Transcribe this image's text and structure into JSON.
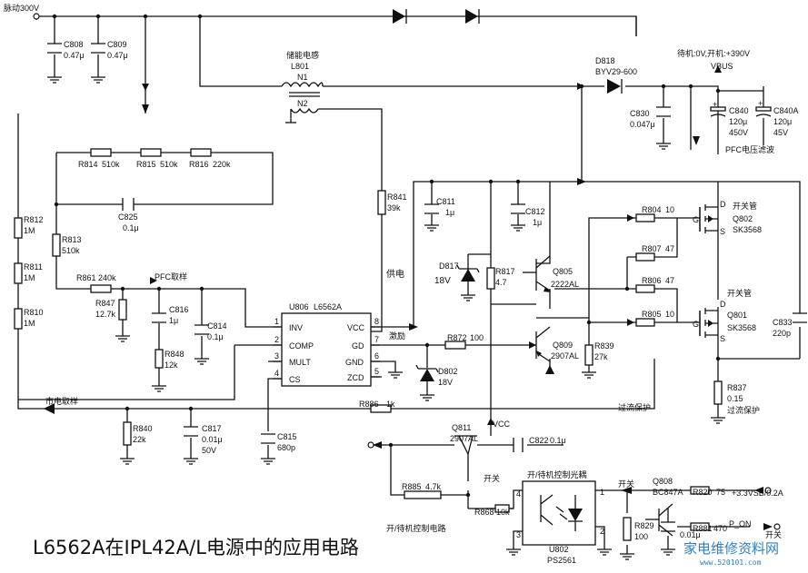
{
  "title": "L6562A在IPL42A/L电源中的应用电路",
  "watermark": {
    "text": "家电维修资料网",
    "url": "www.520101.com"
  },
  "nets": {
    "pulse_300v": "脉动300V",
    "standby_note": "待机:0V,开机:+390V",
    "vbus": "VBUS",
    "pfc_filter": "PFC电压滤波",
    "pfc_sample": "PFC取样",
    "mains_sample": "市电取样",
    "supply": "供电",
    "drive": "激励",
    "overcurrent_1": "过流保护",
    "overcurrent_2": "过流保护",
    "vcc": "VCC",
    "switch_1": "开关",
    "switch_2": "开关",
    "switch_3": "开关",
    "standby_circuit": "开/待机控制电路",
    "optocoupler": "开/待机控制光耦",
    "v33vsb": "+3.3VSB/0.2A",
    "p_on": "P_ON"
  },
  "components": {
    "C808": {
      "ref": "C808",
      "value": "0.47μ"
    },
    "C809": {
      "ref": "C809",
      "value": "0.47μ"
    },
    "L801": {
      "title": "储能电感",
      "ref": "L801",
      "n1": "N1",
      "n2": "N2"
    },
    "D818": {
      "ref": "D818",
      "value": "BYV29-600"
    },
    "C830": {
      "ref": "C830",
      "value": "0.047μ"
    },
    "C840": {
      "ref": "C840",
      "v1": "120μ",
      "v2": "450V"
    },
    "C840A": {
      "ref": "C840A",
      "v1": "120μ",
      "v2": "45V"
    },
    "R814": {
      "ref": "R814",
      "value": "510k"
    },
    "R815": {
      "ref": "R815",
      "value": "510k"
    },
    "R816": {
      "ref": "R816",
      "value": "220k"
    },
    "C825": {
      "ref": "C825",
      "value": "0.1μ"
    },
    "R812": {
      "ref": "R812",
      "value": "1M"
    },
    "R811": {
      "ref": "R811",
      "value": "1M"
    },
    "R810": {
      "ref": "R810",
      "value": "1M"
    },
    "R813": {
      "ref": "R813",
      "value": "510k"
    },
    "R861": {
      "ref": "R861",
      "value": "240k"
    },
    "R847": {
      "ref": "R847",
      "value": "12.7k"
    },
    "C816": {
      "ref": "C816",
      "value": "1μ"
    },
    "R848": {
      "ref": "R848",
      "value": "12k"
    },
    "C814": {
      "ref": "C814",
      "value": "0.1μ"
    },
    "R841": {
      "ref": "R841",
      "value": "39k"
    },
    "C811": {
      "ref": "C811",
      "value": "1μ"
    },
    "C812": {
      "ref": "C812",
      "value": "1μ"
    },
    "D817": {
      "ref": "D817",
      "value": "18V"
    },
    "R817": {
      "ref": "R817",
      "value": "4.7"
    },
    "Q805": {
      "ref": "Q805",
      "value": "2222AL"
    },
    "Q809": {
      "ref": "Q809",
      "value": "2907AL"
    },
    "R839": {
      "ref": "R839",
      "value": "27k"
    },
    "R872": {
      "ref": "R872",
      "value": "100"
    },
    "D802": {
      "ref": "D802",
      "value": "18V"
    },
    "R804": {
      "ref": "R804",
      "value": "10"
    },
    "R807": {
      "ref": "R807",
      "value": "47"
    },
    "R806": {
      "ref": "R806",
      "value": "47"
    },
    "R805": {
      "ref": "R805",
      "value": "10"
    },
    "Q802": {
      "role": "开关管",
      "ref": "Q802",
      "value": "SK3568"
    },
    "Q801": {
      "role": "开关管",
      "ref": "Q801",
      "value": "SK3568"
    },
    "C833": {
      "ref": "C833",
      "value": "220p"
    },
    "R837": {
      "ref": "R837",
      "value": "0.15"
    },
    "R840": {
      "ref": "R840",
      "value": "22k"
    },
    "C817": {
      "ref": "C817",
      "v1": "0.01μ",
      "v2": "50V"
    },
    "C815": {
      "ref": "C815",
      "value": "680p"
    },
    "R886": {
      "ref": "R886",
      "value": "1k"
    },
    "Q811": {
      "ref": "Q811",
      "value": "2907AL"
    },
    "C822": {
      "ref": "C822",
      "value": "0.1μ"
    },
    "R885": {
      "ref": "R885",
      "value": "4.7k"
    },
    "R868": {
      "ref": "R868",
      "value": "10k"
    },
    "U802": {
      "ref": "U802",
      "value": "PS2561"
    },
    "Q808": {
      "ref": "Q808",
      "value": "BC847A"
    },
    "R820": {
      "ref": "R820",
      "value": "75"
    },
    "R829": {
      "ref": "R829",
      "value": "100"
    },
    "R881": {
      "ref": "R881",
      "value": "470"
    },
    "C_Q808": {
      "value": "0.01μ"
    }
  },
  "ic": {
    "ref": "U806",
    "part": "L6562A",
    "pins": [
      {
        "num": "1",
        "name": "INV"
      },
      {
        "num": "2",
        "name": "COMP"
      },
      {
        "num": "3",
        "name": "MULT"
      },
      {
        "num": "4",
        "name": "CS"
      },
      {
        "num": "8",
        "name": "VCC"
      },
      {
        "num": "7",
        "name": "GD"
      },
      {
        "num": "6",
        "name": "GND"
      },
      {
        "num": "5",
        "name": "ZCD"
      }
    ]
  },
  "opto_pins": {
    "p4": "4",
    "p3": "3",
    "p1": "1",
    "p2": "2"
  },
  "qmarks": {
    "mosfet_d": "D",
    "mosfet_g": "G",
    "mosfet_s": "S",
    "plus": "+"
  }
}
